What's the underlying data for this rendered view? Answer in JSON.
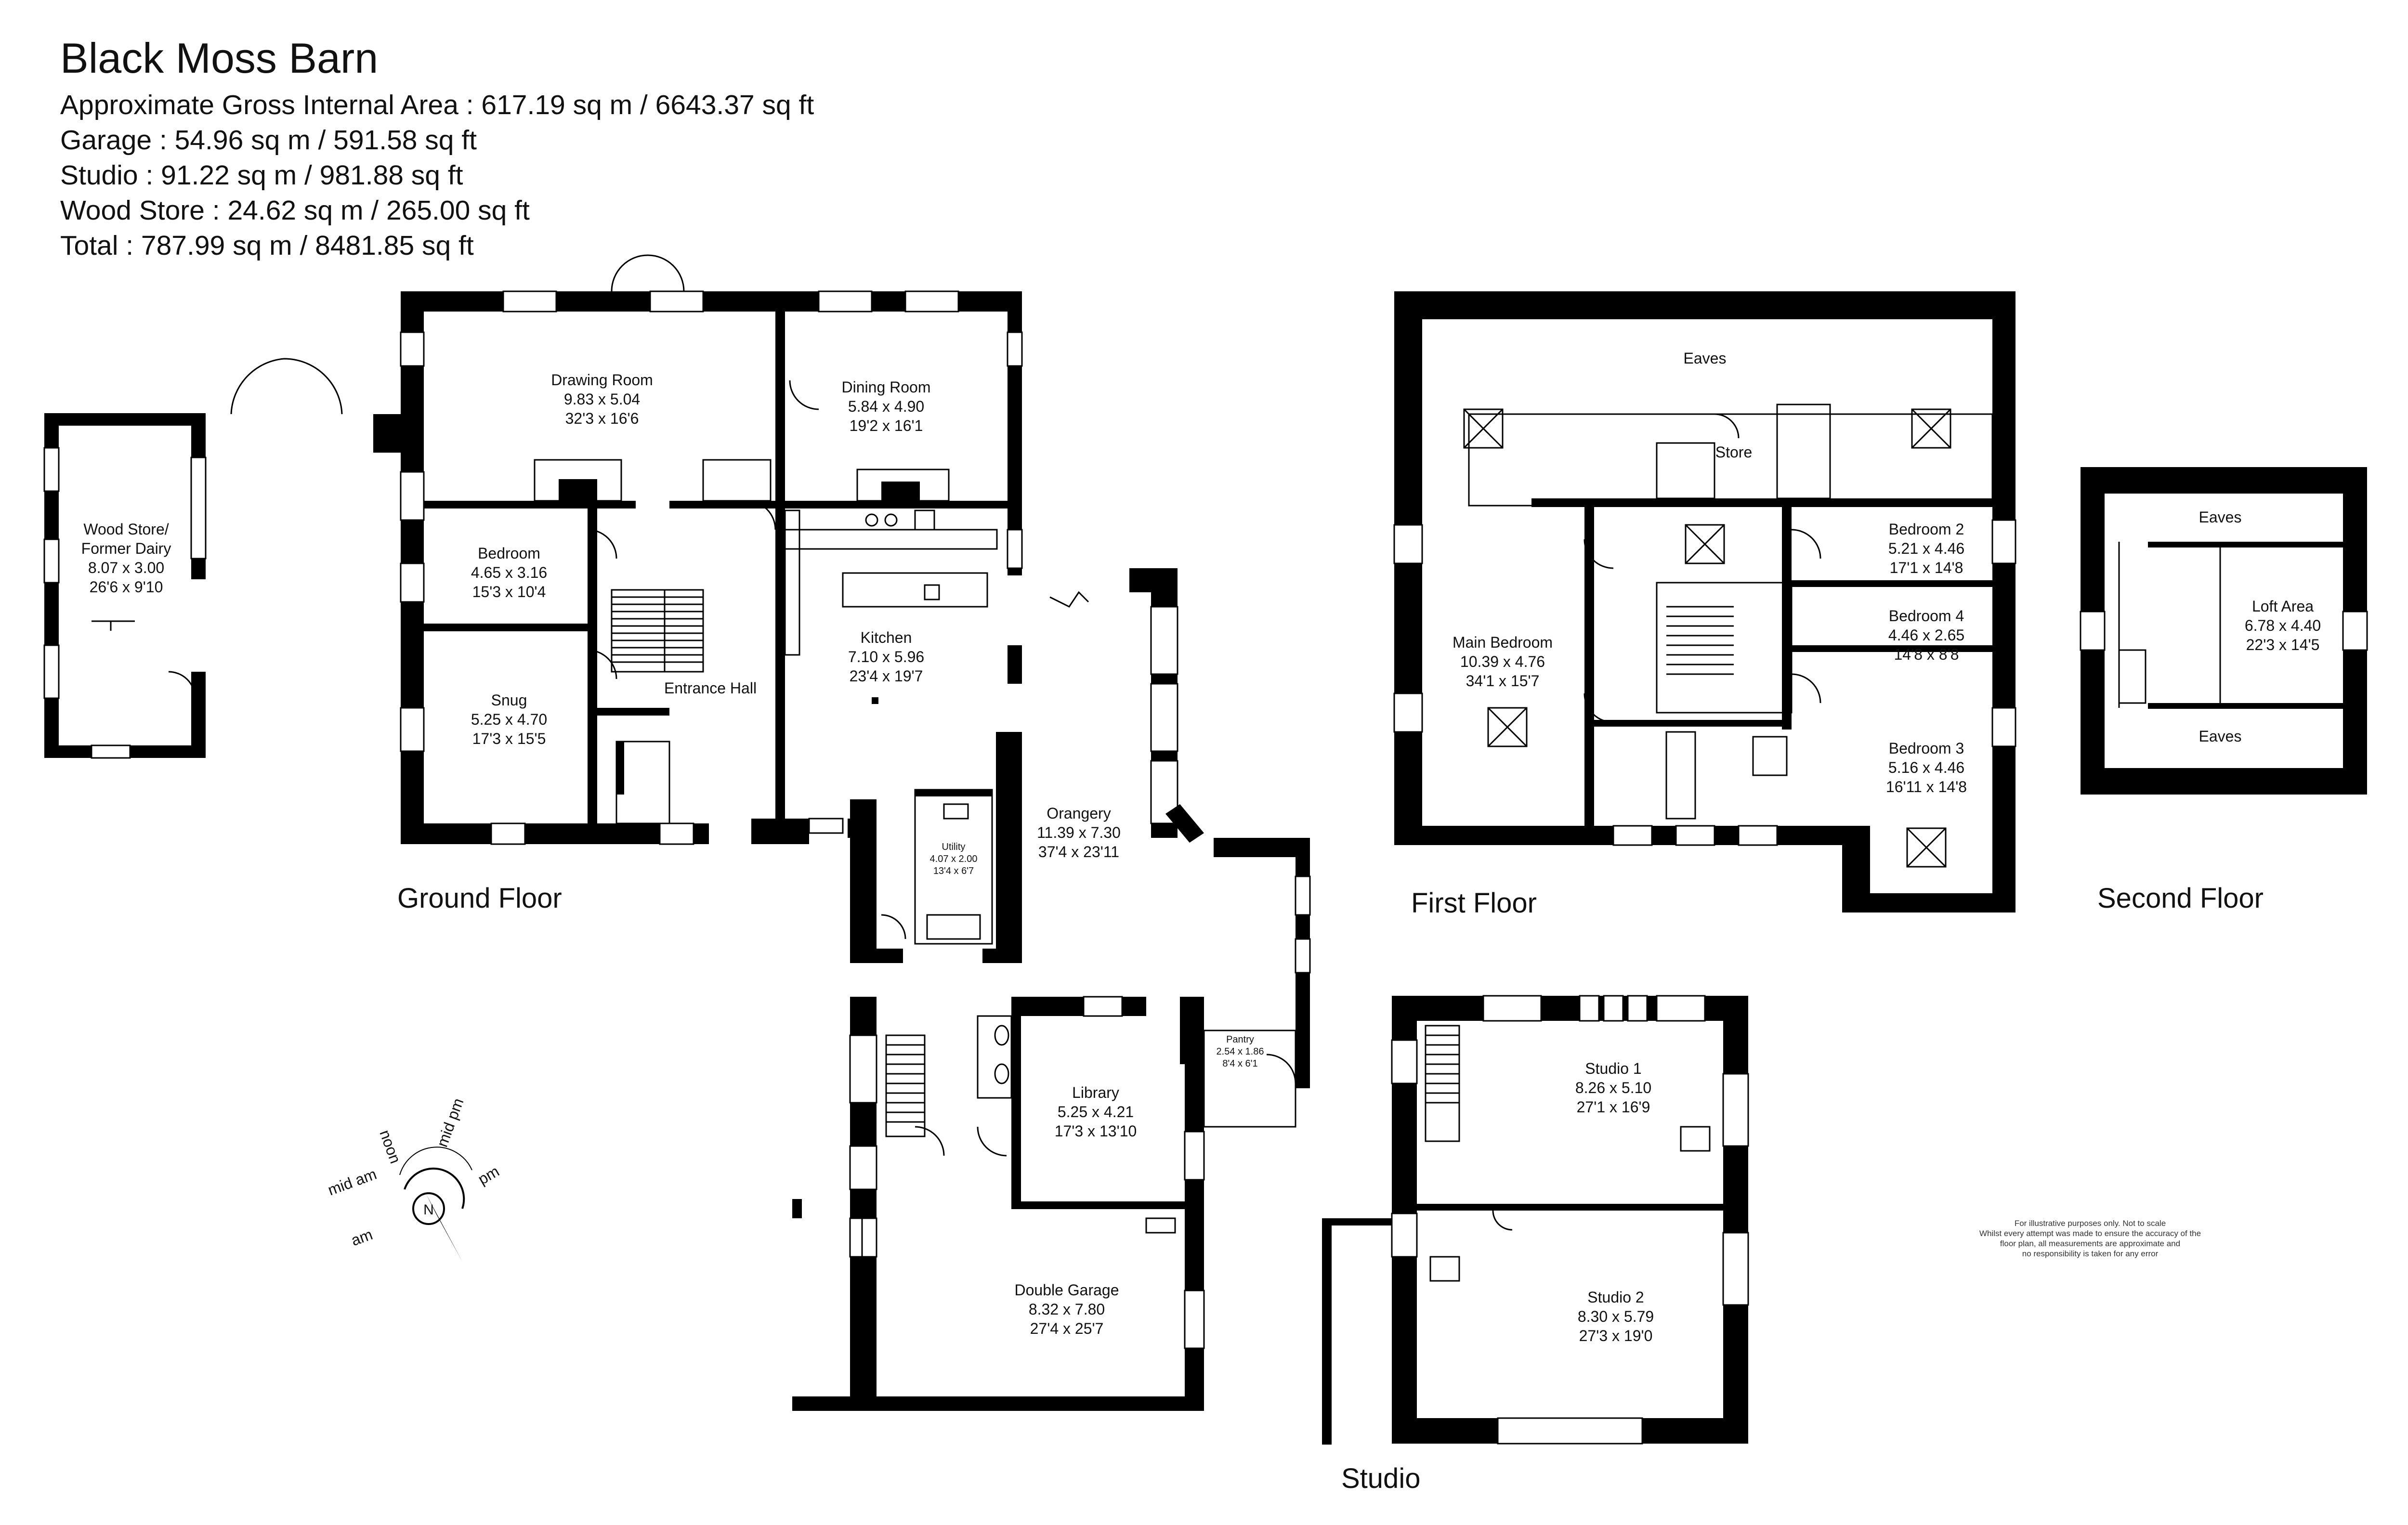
{
  "header": {
    "title": "Black Moss Barn",
    "lines": [
      "Approximate Gross Internal Area : 617.19 sq m / 6643.37 sq ft",
      "Garage : 54.96 sq m / 591.58 sq ft",
      "Studio : 91.22 sq m / 981.88 sq ft",
      "Wood Store : 24.62 sq m / 265.00 sq ft",
      "Total : 787.99 sq m / 8481.85 sq ft"
    ]
  },
  "floors": {
    "ground": "Ground Floor",
    "first": "First Floor",
    "second": "Second Floor",
    "studio": "Studio"
  },
  "rooms": {
    "drawing_room": [
      "Drawing Room",
      "9.83 x 5.04",
      "32'3 x 16'6"
    ],
    "dining_room": [
      "Dining Room",
      "5.84 x 4.90",
      "19'2 x 16'1"
    ],
    "bedroom_gf": [
      "Bedroom",
      "4.65 x 3.16",
      "15'3 x 10'4"
    ],
    "snug": [
      "Snug",
      "5.25 x 4.70",
      "17'3 x 15'5"
    ],
    "entrance_hall": [
      "Entrance Hall"
    ],
    "kitchen": [
      "Kitchen",
      "7.10 x 5.96",
      "23'4 x 19'7"
    ],
    "wood_store": [
      "Wood Store/",
      "Former Dairy",
      "8.07 x 3.00",
      "26'6 x 9'10"
    ],
    "utility": [
      "Utility",
      "4.07 x 2.00",
      "13'4 x 6'7"
    ],
    "orangery": [
      "Orangery",
      "11.39 x 7.30",
      "37'4 x 23'11"
    ],
    "pantry": [
      "Pantry",
      "2.54 x 1.86",
      "8'4 x 6'1"
    ],
    "library": [
      "Library",
      "5.25 x 4.21",
      "17'3 x 13'10"
    ],
    "garage": [
      "Double Garage",
      "8.32 x 7.80",
      "27'4 x 25'7"
    ],
    "eaves_ff": [
      "Eaves"
    ],
    "store": [
      "Store"
    ],
    "main_bedroom": [
      "Main Bedroom",
      "10.39 x 4.76",
      "34'1 x 15'7"
    ],
    "bedroom2": [
      "Bedroom 2",
      "5.21 x 4.46",
      "17'1 x 14'8"
    ],
    "bedroom4": [
      "Bedroom 4",
      "4.46 x 2.65",
      "14'8 x 8'8"
    ],
    "bedroom3": [
      "Bedroom 3",
      "5.16 x 4.46",
      "16'11 x 14'8"
    ],
    "eaves_sf_top": [
      "Eaves"
    ],
    "loft": [
      "Loft Area",
      "6.78 x 4.40",
      "22'3 x 14'5"
    ],
    "eaves_sf_bottom": [
      "Eaves"
    ],
    "studio1": [
      "Studio 1",
      "8.26 x 5.10",
      "27'1 x 16'9"
    ],
    "studio2": [
      "Studio 2",
      "8.30 x 5.79",
      "27'3 x 19'0"
    ]
  },
  "compass": {
    "labels": [
      "mid am",
      "noon",
      "mid pm",
      "pm",
      "am"
    ],
    "north": "N"
  },
  "disclaimer": [
    "For illustrative purposes only. Not to scale",
    "Whilst every attempt was made to ensure the accuracy of the",
    "floor plan, all measurements are approximate and",
    "no responsibility is taken for any error"
  ]
}
